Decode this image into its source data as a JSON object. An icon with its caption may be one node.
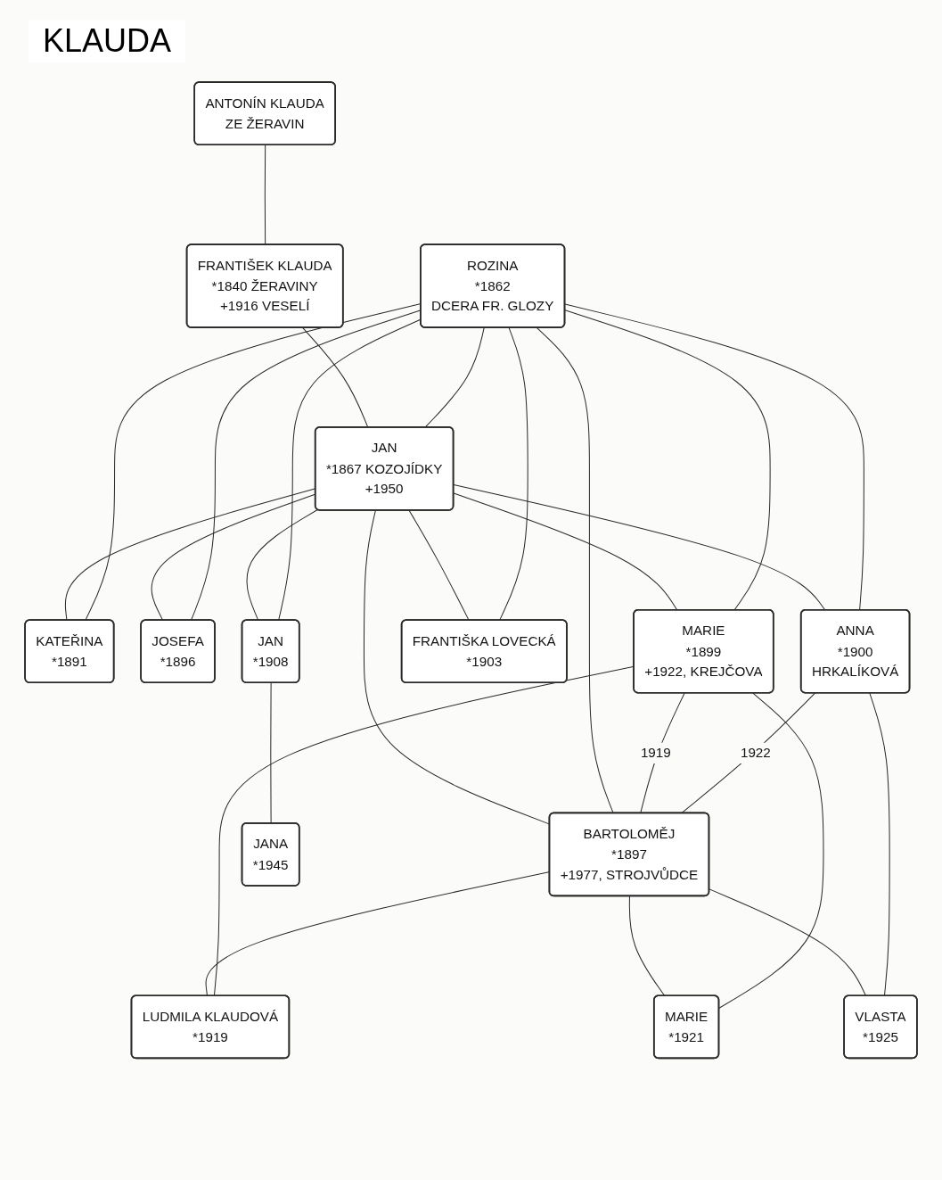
{
  "diagram": {
    "title": "KLAUDA",
    "nodes": [
      {
        "text": [
          "ANTONÍN KLAUDA",
          "ZE ŽERAVIN"
        ]
      },
      {
        "text": [
          "FRANTIŠEK KLAUDA",
          "*1840 ŽERAVINY",
          "+1916 VESELÍ"
        ]
      },
      {
        "text": [
          "JAN",
          "*1867 KOZOJÍDKY",
          "+1950"
        ]
      },
      {
        "text": [
          "ROZINA",
          "*1862",
          "DCERA FR. GLOZY"
        ]
      },
      {
        "text": [
          "KATEŘINA",
          "*1891"
        ]
      },
      {
        "text": [
          "JOSEFA",
          "*1896"
        ]
      },
      {
        "text": [
          "BARTOLOMĚJ",
          "*1897",
          "+1977, STROJVŮDCE"
        ]
      },
      {
        "text": [
          "MARIE",
          "*1899",
          "+1922, KREJČOVA"
        ]
      },
      {
        "text": [
          "ANNA",
          "*1900",
          "HRKALÍKOVÁ"
        ]
      },
      {
        "text": [
          "FRANTIŠKA LOVECKÁ",
          "*1903"
        ]
      },
      {
        "text": [
          "JAN",
          "*1908"
        ]
      },
      {
        "text": [
          "LUDMILA KLAUDOVÁ",
          "*1919"
        ]
      },
      {
        "text": [
          "MARIE",
          "*1921"
        ]
      },
      {
        "text": [
          "VLASTA",
          "*1925"
        ]
      },
      {
        "text": [
          "JANA",
          "*1945"
        ]
      }
    ],
    "edges": [
      {
        "from": 0,
        "to": 1,
        "arrow": "none"
      },
      {
        "from": 1,
        "to": 2,
        "arrow": "none"
      },
      {
        "from": 3,
        "to": 2,
        "arrow": "none"
      },
      {
        "from": 2,
        "to": 4,
        "arrow": "none"
      },
      {
        "from": 3,
        "to": 4,
        "arrow": "none"
      },
      {
        "from": 2,
        "to": 5,
        "arrow": "none"
      },
      {
        "from": 3,
        "to": 5,
        "arrow": "none"
      },
      {
        "from": 2,
        "to": 6,
        "arrow": "none"
      },
      {
        "from": 3,
        "to": 6,
        "arrow": "none"
      },
      {
        "from": 2,
        "to": 7,
        "arrow": "none"
      },
      {
        "from": 3,
        "to": 7,
        "arrow": "none"
      },
      {
        "from": 2,
        "to": 8,
        "arrow": "none"
      },
      {
        "from": 3,
        "to": 8,
        "arrow": "none"
      },
      {
        "from": 2,
        "to": 9,
        "arrow": "none"
      },
      {
        "from": 3,
        "to": 9,
        "arrow": "none"
      },
      {
        "from": 2,
        "to": 10,
        "arrow": "none"
      },
      {
        "from": 3,
        "to": 10,
        "arrow": "none"
      },
      {
        "from": 7,
        "to": 6,
        "arrow": "none",
        "label": "1919"
      },
      {
        "from": 8,
        "to": 6,
        "arrow": "none",
        "label": "1922"
      },
      {
        "from": 6,
        "to": 11,
        "arrow": "none"
      },
      {
        "from": 7,
        "to": 11,
        "arrow": "none"
      },
      {
        "from": 6,
        "to": 12,
        "arrow": "none"
      },
      {
        "from": 7,
        "to": 12,
        "arrow": "none"
      },
      {
        "from": 6,
        "to": 13,
        "arrow": "none"
      },
      {
        "from": 8,
        "to": 13,
        "arrow": "none"
      },
      {
        "from": 10,
        "to": 14,
        "arrow": "none"
      }
    ]
  }
}
